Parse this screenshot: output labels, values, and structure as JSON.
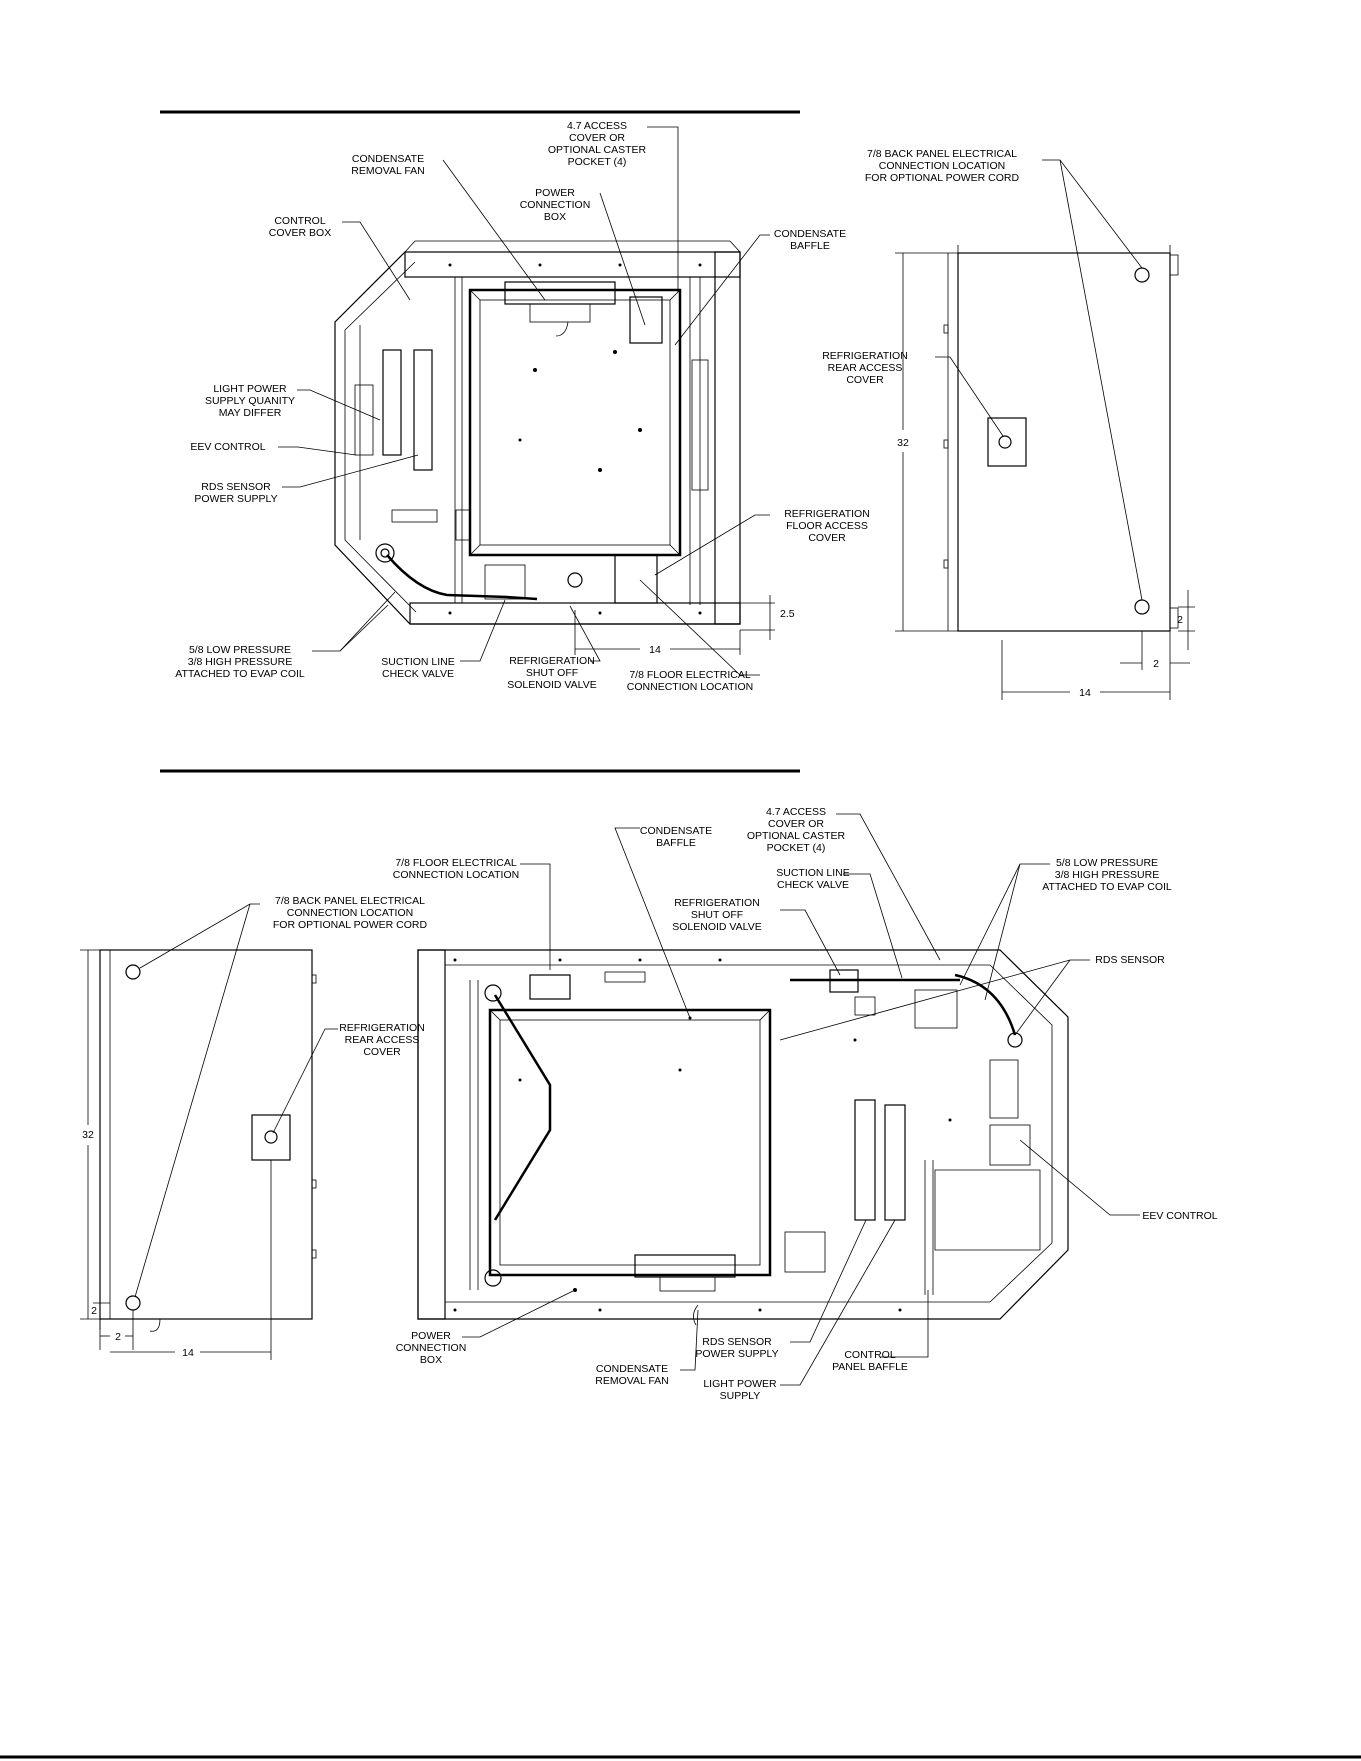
{
  "upper_front": {
    "access_cover": [
      "4.7 ACCESS",
      "COVER OR",
      "OPTIONAL CASTER",
      "POCKET (4)"
    ],
    "condensate_fan": [
      "CONDENSATE",
      "REMOVAL FAN"
    ],
    "power_box": [
      "POWER",
      "CONNECTION",
      "BOX"
    ],
    "control_cover": [
      "CONTROL",
      "COVER BOX"
    ],
    "condensate_baffle": [
      "CONDENSATE",
      "BAFFLE"
    ],
    "light_power": [
      "LIGHT POWER",
      "SUPPLY QUANITY",
      "MAY DIFFER"
    ],
    "eev_control": [
      "EEV CONTROL"
    ],
    "rds_power": [
      "RDS SENSOR",
      "POWER SUPPLY"
    ],
    "floor_access": [
      "REFRIGERATION",
      "FLOOR ACCESS",
      "COVER"
    ],
    "low_pressure": [
      "5/8 LOW PRESSURE",
      "3/8 HIGH PRESSURE",
      "ATTACHED TO EVAP COIL"
    ],
    "suction_valve": [
      "SUCTION LINE",
      "CHECK VALVE"
    ],
    "solenoid": [
      "REFRIGERATION",
      "SHUT OFF",
      "SOLENOID VALVE"
    ],
    "floor_electrical": [
      "7/8 FLOOR ELECTRICAL",
      "CONNECTION LOCATION"
    ],
    "dim_height": "2.5",
    "dim_width": "14"
  },
  "upper_side": {
    "back_panel": [
      "7/8 BACK PANEL ELECTRICAL",
      "CONNECTION LOCATION",
      "FOR OPTIONAL POWER CORD"
    ],
    "rear_access": [
      "REFRIGERATION",
      "REAR ACCESS",
      "COVER"
    ],
    "dim_height": "32",
    "dim_small_v": "2",
    "dim_small_h": "2",
    "dim_width": "14"
  },
  "lower_side": {
    "floor_electrical": [
      "7/8 FLOOR ELECTRICAL",
      "CONNECTION LOCATION"
    ],
    "back_panel": [
      "7/8 BACK PANEL ELECTRICAL",
      "CONNECTION LOCATION",
      "FOR OPTIONAL POWER CORD"
    ],
    "rear_access": [
      "REFRIGERATION",
      "REAR ACCESS",
      "COVER"
    ],
    "dim_height": "32",
    "dim_small_v": "2",
    "dim_small_h": "2",
    "dim_width": "14"
  },
  "lower_front": {
    "condensate_baffle": [
      "CONDENSATE",
      "BAFFLE"
    ],
    "access_cover": [
      "4.7 ACCESS",
      "COVER OR",
      "OPTIONAL CASTER",
      "POCKET (4)"
    ],
    "suction_valve": [
      "SUCTION LINE",
      "CHECK VALVE"
    ],
    "low_pressure": [
      "5/8 LOW PRESSURE",
      "3/8 HIGH PRESSURE",
      "ATTACHED TO EVAP COIL"
    ],
    "solenoid": [
      "REFRIGERATION",
      "SHUT OFF",
      "SOLENOID VALVE"
    ],
    "rds_sensor": [
      "RDS SENSOR"
    ],
    "eev_control": [
      "EEV CONTROL"
    ],
    "power_box": [
      "POWER",
      "CONNECTION",
      "BOX"
    ],
    "condensate_fan": [
      "CONDENSATE",
      "REMOVAL FAN"
    ],
    "rds_power": [
      "RDS SENSOR",
      "POWER SUPPLY"
    ],
    "control_baffle": [
      "CONTROL",
      "PANEL BAFFLE"
    ],
    "light_power": [
      "LIGHT POWER",
      "SUPPLY"
    ]
  }
}
